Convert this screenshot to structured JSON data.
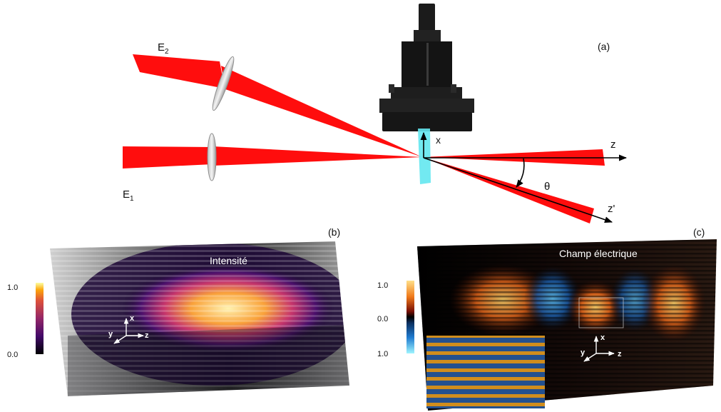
{
  "panel_a": {
    "tag": "(a)",
    "beam_top": "E",
    "beam_top_sub": "2",
    "beam_bottom": "E",
    "beam_bottom_sub": "1",
    "axis_x": "x",
    "axis_z": "z",
    "axis_zp": "z'",
    "angle": "θ"
  },
  "panel_b": {
    "tag": "(b)",
    "title": "Intensité",
    "colorbar_ticks": [
      "1.0",
      "0.0"
    ],
    "triad": {
      "x": "x",
      "y": "y",
      "z": "z"
    }
  },
  "panel_c": {
    "tag": "(c)",
    "title": "Champ électrique",
    "colorbar_ticks": [
      "1.0",
      "0.0",
      "1.0"
    ],
    "triad": {
      "x": "x",
      "y": "y",
      "z": "z"
    }
  },
  "colors": {
    "beam": "#ff0d0d",
    "cuvette": "#63e7f0",
    "background": "#ffffff"
  }
}
